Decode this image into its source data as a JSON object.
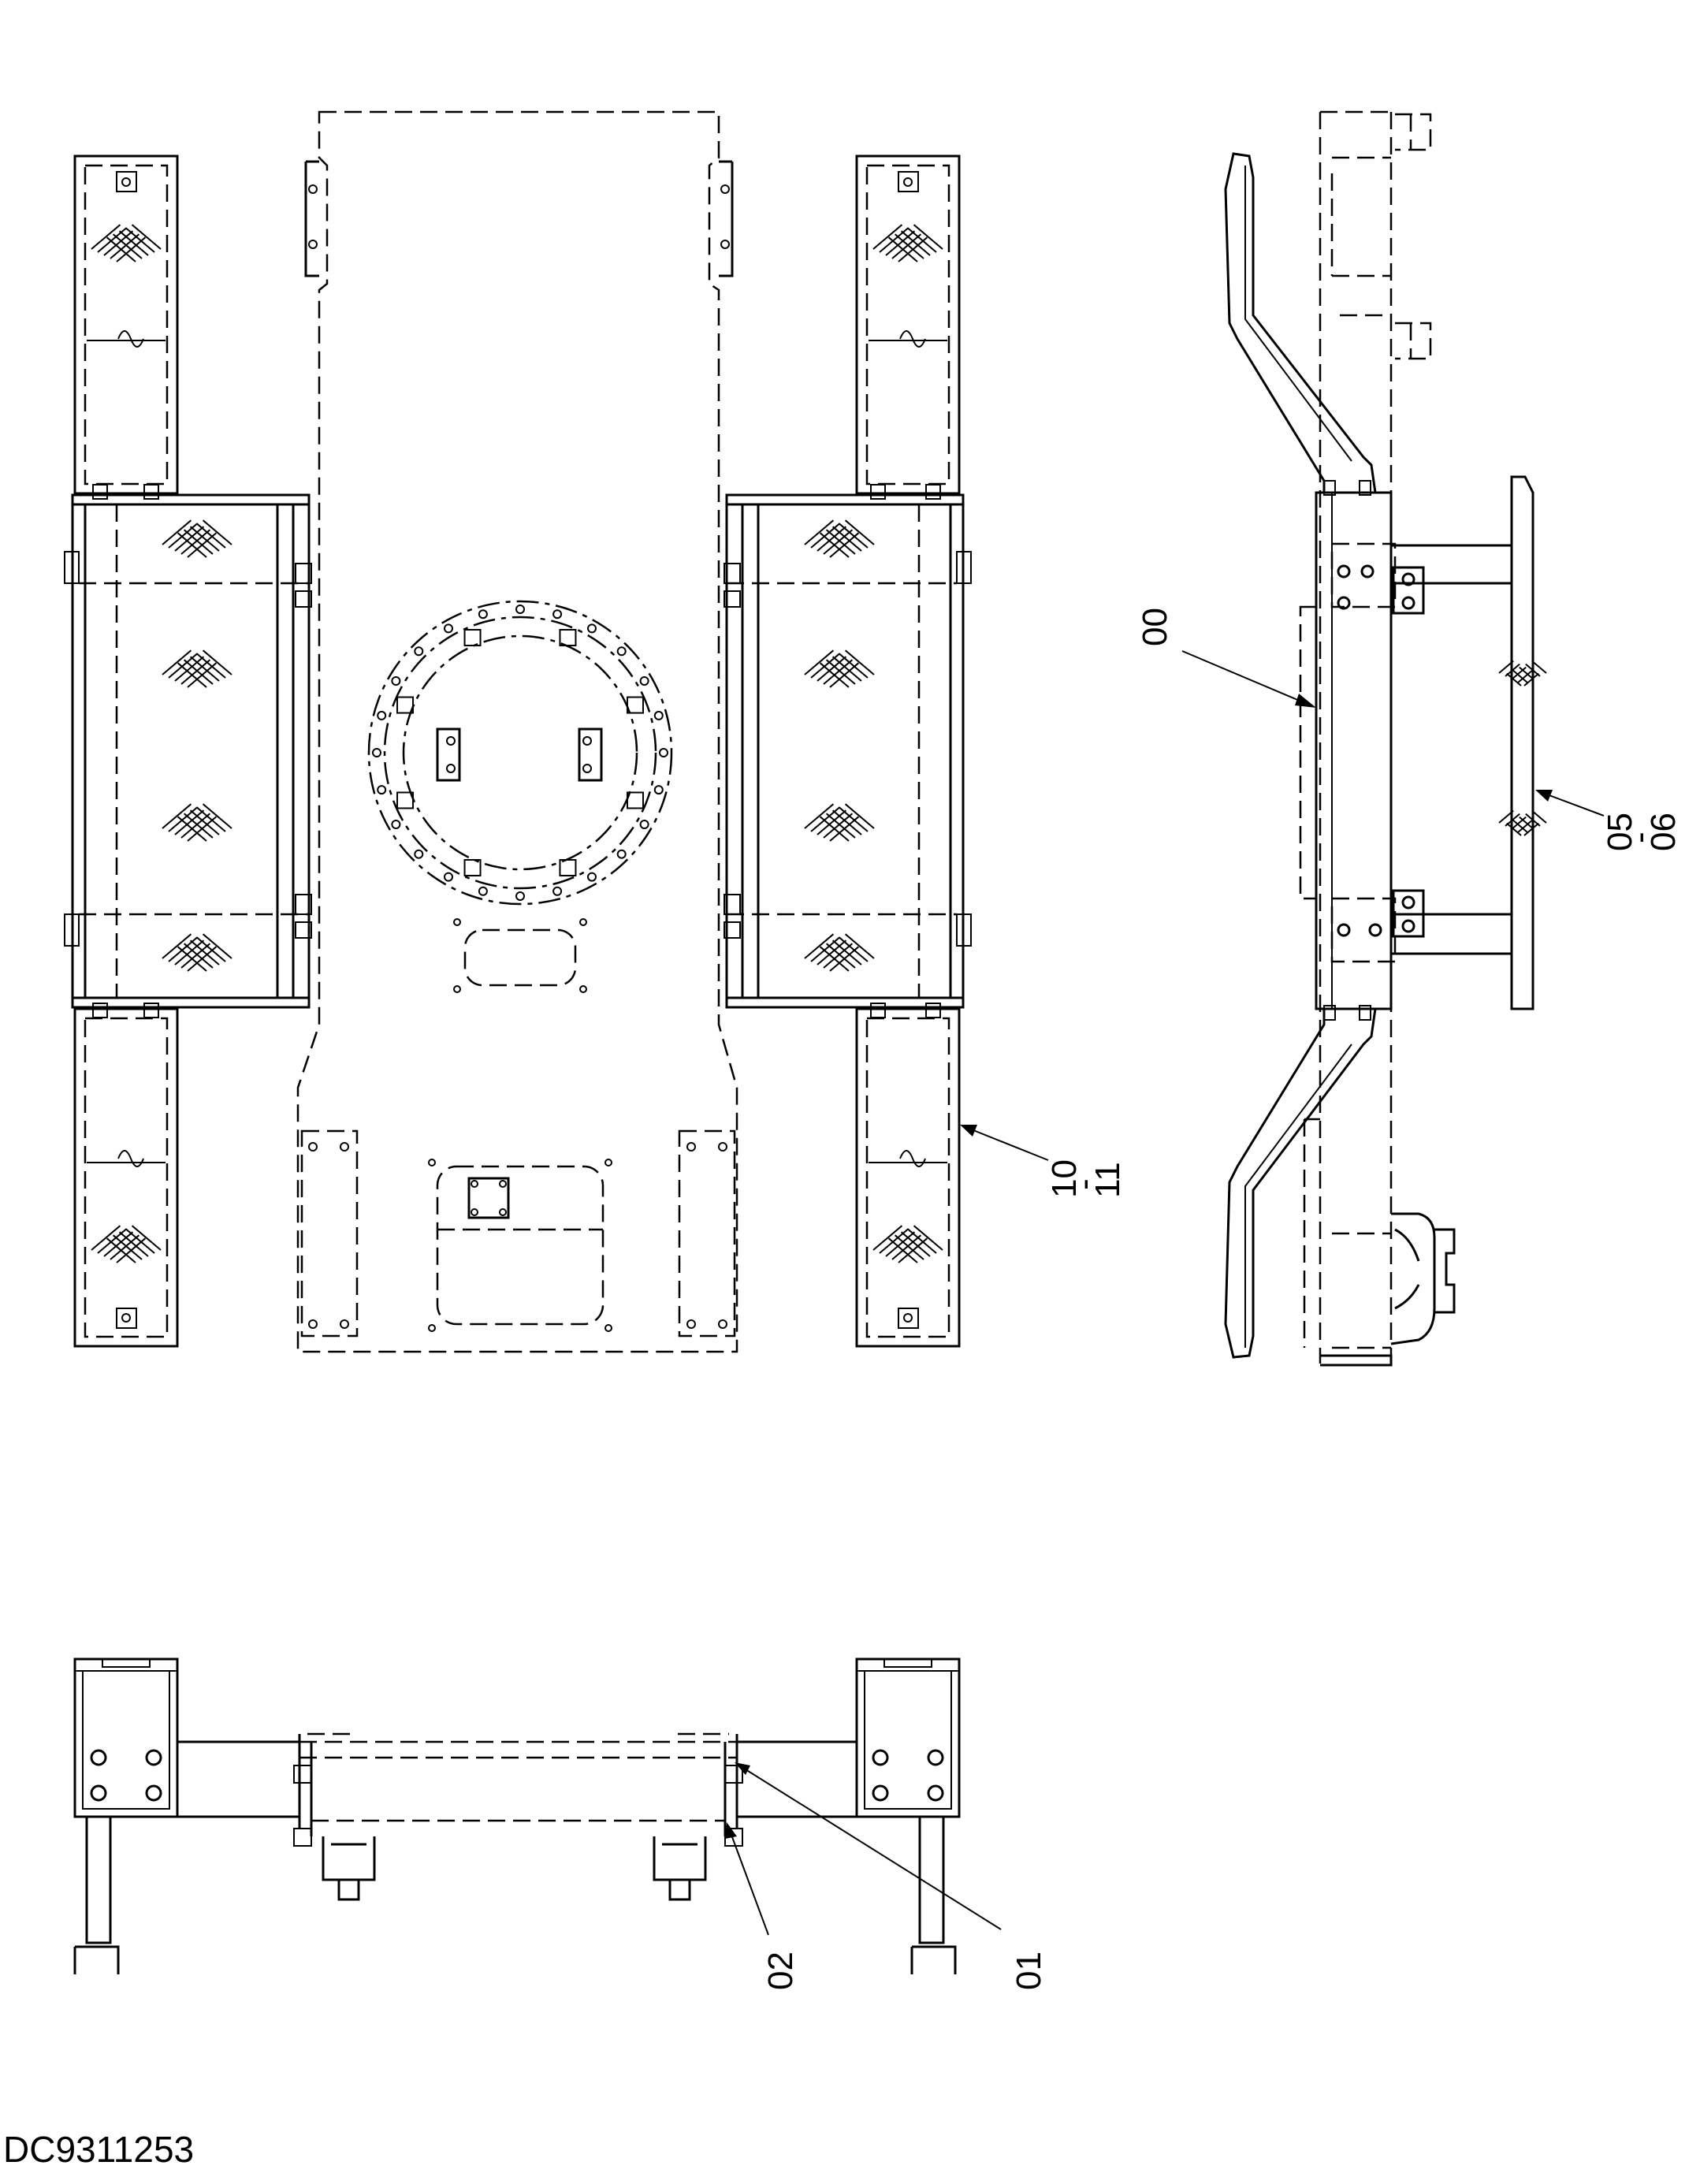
{
  "drawing_id": "DC9311253",
  "callouts": [
    {
      "key": "c00",
      "lines": [
        "00"
      ]
    },
    {
      "key": "c0506",
      "lines": [
        "05",
        "-",
        "06"
      ]
    },
    {
      "key": "c1011",
      "lines": [
        "10",
        "-",
        "11"
      ]
    },
    {
      "key": "c01",
      "lines": [
        "01"
      ]
    },
    {
      "key": "c02",
      "lines": [
        "02"
      ]
    }
  ]
}
